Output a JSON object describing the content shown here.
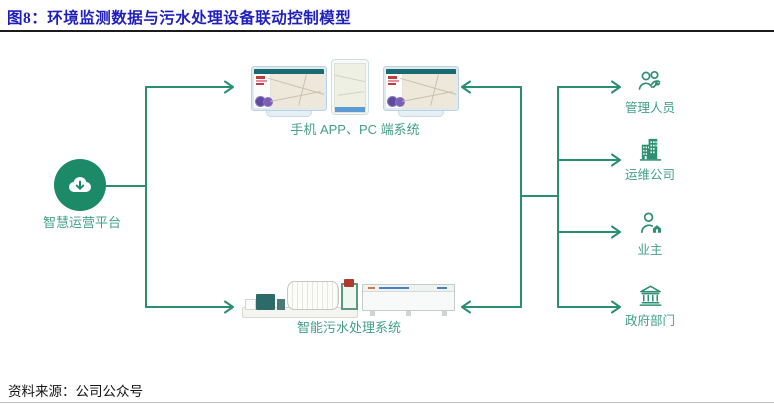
{
  "title": "图8：环境监测数据与污水处理设备联动控制模型",
  "platform": {
    "label": "智慧运营平台",
    "icon": "cloud-download-icon"
  },
  "top_system": {
    "label": "手机 APP、PC 端系统",
    "icons": [
      "pc-dashboard-icon",
      "phone-map-icon",
      "pc-dashboard-icon"
    ]
  },
  "bottom_system": {
    "label": "智能污水处理系统",
    "icons": [
      "treatment-skid-icon",
      "treatment-container-icon"
    ]
  },
  "stakeholders": [
    {
      "label": "管理人员",
      "icon": "managers-wrench-icon"
    },
    {
      "label": "运维公司",
      "icon": "company-buildings-icon"
    },
    {
      "label": "业主",
      "icon": "owner-person-house-icon"
    },
    {
      "label": "政府部门",
      "icon": "government-bank-icon"
    }
  ],
  "footer": {
    "source": "资料来源：公司公众号"
  },
  "colors": {
    "accent_green": "#2b8e6f",
    "label_green": "#43a087",
    "platform_green": "#1d8a67",
    "title_blue": "#1f1fbe",
    "screen_header_teal": "#1a6a72",
    "phone_bar_blue": "#5b9bd5"
  }
}
